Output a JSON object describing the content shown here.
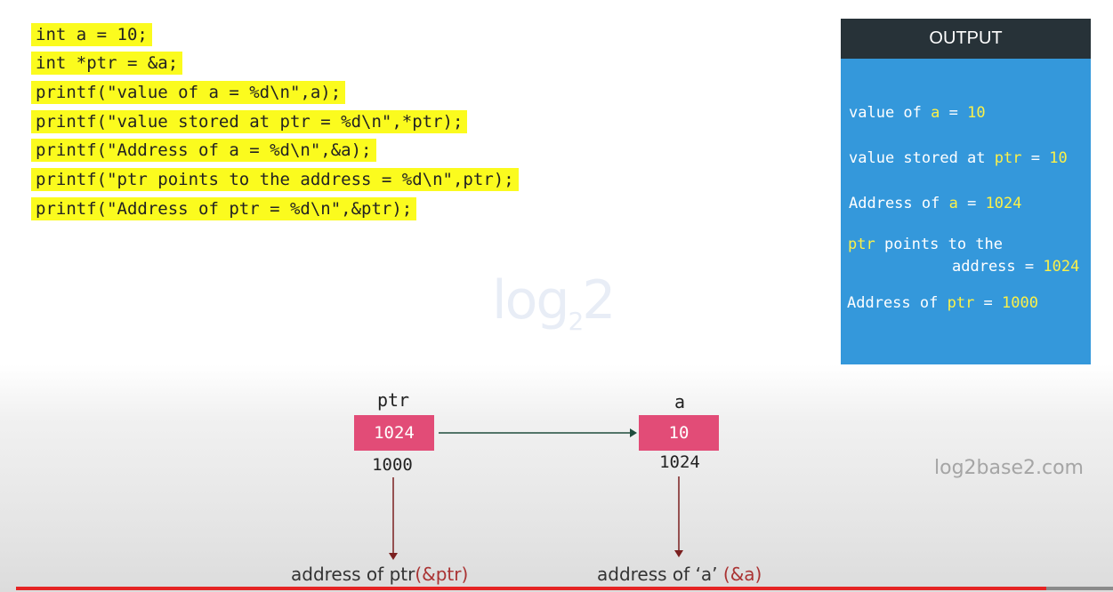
{
  "code": {
    "lines": [
      "int a = 10;",
      "int *ptr = &a;",
      "printf(\"value of a = %d\\n\",a);",
      "printf(\"value stored at ptr = %d\\n\",*ptr);",
      "printf(\"Address of a = %d\\n\",&a);",
      "printf(\"ptr points to the address = %d\\n\",ptr);",
      "printf(\"Address of ptr = %d\\n\",&ptr);"
    ]
  },
  "output": {
    "title": "OUTPUT",
    "line1": {
      "pre": "value of ",
      "var": "a",
      "mid": " = ",
      "val": "10"
    },
    "line2": {
      "pre": "value stored at ",
      "var": "ptr",
      "mid": " = ",
      "val": "10"
    },
    "line3": {
      "pre": "Address of ",
      "var": "a",
      "mid": " = ",
      "val": "1024"
    },
    "line4": {
      "var": "ptr",
      "pre": " points to the",
      "cont": "address",
      "mid": " = ",
      "val": "1024"
    },
    "line5": {
      "pre": "Address of ",
      "var": "ptr",
      "mid": " = ",
      "val": "1000"
    }
  },
  "watermark": {
    "log": "log",
    "sub": "2",
    "two": "2"
  },
  "site": "log2base2.com",
  "diagram": {
    "ptr": {
      "name": "ptr",
      "value": "1024",
      "address": "1000"
    },
    "a": {
      "name": "a",
      "value": "10",
      "address": "1024"
    },
    "label_ptr": {
      "text": "address of ptr",
      "highlight": "(&ptr)"
    },
    "label_a": {
      "text": "address of ‘a’ ",
      "highlight": "(&a)"
    }
  },
  "colors": {
    "code_highlight": "#fbfb1e",
    "output_bg": "#3498db",
    "output_header": "#273238",
    "box": "#e24c77",
    "progress": "#e52424"
  }
}
